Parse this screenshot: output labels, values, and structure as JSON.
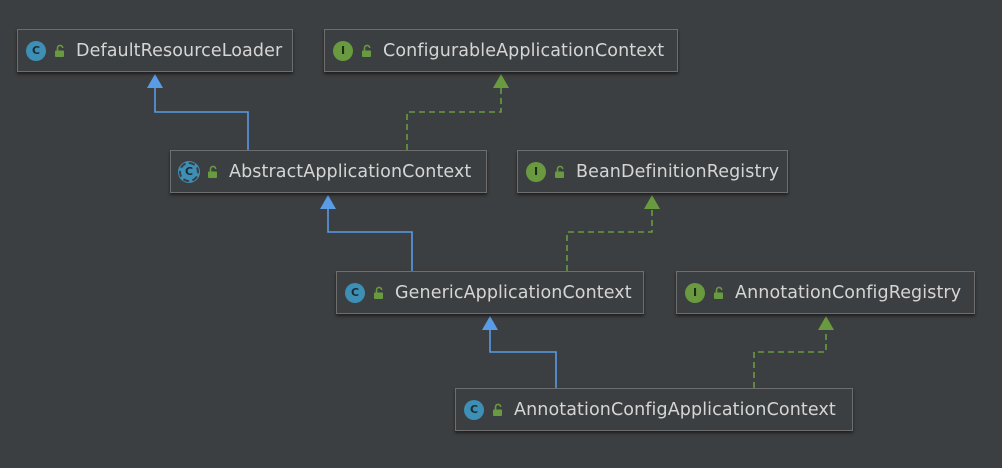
{
  "colors": {
    "background": "#3c3f41",
    "box_border": "#6e6e6e",
    "text": "#d5d5d5",
    "class_badge": "#3d8fb6",
    "interface_badge": "#6a9a3f",
    "extends_arrow": "#5a9be6",
    "implements_arrow": "#6a9a3f"
  },
  "nodes": [
    {
      "id": "DefaultResourceLoader",
      "label": "DefaultResourceLoader",
      "kind": "class",
      "badge": "C",
      "visibility_icon": "public-unlock-icon"
    },
    {
      "id": "ConfigurableApplicationContext",
      "label": "ConfigurableApplicationContext",
      "kind": "interface",
      "badge": "I",
      "visibility_icon": "public-unlock-icon"
    },
    {
      "id": "AbstractApplicationContext",
      "label": "AbstractApplicationContext",
      "kind": "abstract-class",
      "badge": "C",
      "visibility_icon": "public-unlock-icon"
    },
    {
      "id": "BeanDefinitionRegistry",
      "label": "BeanDefinitionRegistry",
      "kind": "interface",
      "badge": "I",
      "visibility_icon": "public-unlock-icon"
    },
    {
      "id": "GenericApplicationContext",
      "label": "GenericApplicationContext",
      "kind": "class",
      "badge": "C",
      "visibility_icon": "public-unlock-icon"
    },
    {
      "id": "AnnotationConfigRegistry",
      "label": "AnnotationConfigRegistry",
      "kind": "interface",
      "badge": "I",
      "visibility_icon": "public-unlock-icon"
    },
    {
      "id": "AnnotationConfigApplicationContext",
      "label": "AnnotationConfigApplicationContext",
      "kind": "class",
      "badge": "C",
      "visibility_icon": "public-unlock-icon"
    }
  ],
  "edges": [
    {
      "from": "AbstractApplicationContext",
      "to": "DefaultResourceLoader",
      "type": "extends"
    },
    {
      "from": "AbstractApplicationContext",
      "to": "ConfigurableApplicationContext",
      "type": "implements"
    },
    {
      "from": "GenericApplicationContext",
      "to": "AbstractApplicationContext",
      "type": "extends"
    },
    {
      "from": "GenericApplicationContext",
      "to": "BeanDefinitionRegistry",
      "type": "implements"
    },
    {
      "from": "AnnotationConfigApplicationContext",
      "to": "GenericApplicationContext",
      "type": "extends"
    },
    {
      "from": "AnnotationConfigApplicationContext",
      "to": "AnnotationConfigRegistry",
      "type": "implements"
    }
  ]
}
